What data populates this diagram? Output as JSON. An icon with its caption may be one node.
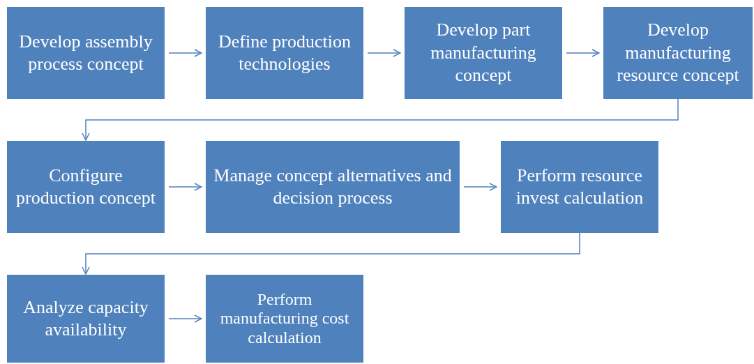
{
  "diagram": {
    "nodes": [
      {
        "text": [
          "Develop assembly process concept"
        ]
      },
      {
        "text": [
          "Define production technologies"
        ]
      },
      {
        "text": [
          "Develop part manufacturing concept"
        ]
      },
      {
        "text": [
          "Develop manufacturing resource concept"
        ]
      },
      {
        "text": [
          "Configure production concept"
        ]
      },
      {
        "text": [
          "Manage concept alternatives and decision process"
        ]
      },
      {
        "text": [
          "Perform resource invest calculation"
        ]
      },
      {
        "text": [
          "Analyze capacity availability"
        ]
      },
      {
        "text": [
          "Perform manufacturing cost calculation"
        ]
      }
    ],
    "edges": [
      {
        "from": 0,
        "to": 1,
        "arrow": "to"
      },
      {
        "from": 1,
        "to": 2,
        "arrow": "to"
      },
      {
        "from": 2,
        "to": 3,
        "arrow": "to"
      },
      {
        "from": 3,
        "to": 4,
        "arrow": "to"
      },
      {
        "from": 4,
        "to": 5,
        "arrow": "to"
      },
      {
        "from": 5,
        "to": 6,
        "arrow": "to"
      },
      {
        "from": 6,
        "to": 7,
        "arrow": "to"
      },
      {
        "from": 7,
        "to": 8,
        "arrow": "to"
      }
    ]
  }
}
